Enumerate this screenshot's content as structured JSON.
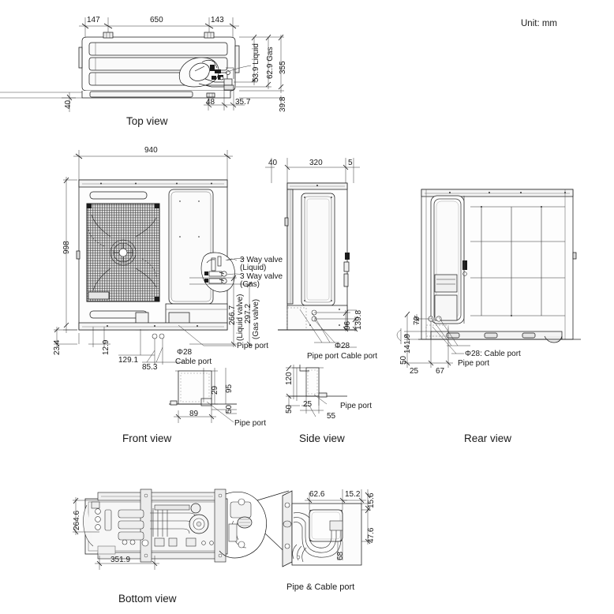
{
  "sheet": {
    "unit_note": "Unit: mm",
    "drawing_type": "outdoor-unit-dimensional-drawing"
  },
  "views": {
    "top": {
      "title": "Top view",
      "dims": {
        "left_offset": "147",
        "center_span": "650",
        "right_offset": "143",
        "overall_depth": "355",
        "liquid_port": "53.9 Liquid",
        "gas_port": "62.9 Gas",
        "bottom_left": "48",
        "bottom_right": "35.7",
        "foot_left": "40",
        "foot_right": "39.8"
      }
    },
    "front": {
      "title": "Front view",
      "dims": {
        "width": "940",
        "height": "998",
        "base_left": "23.4",
        "base_offset": "12.9",
        "port_x1": "129.1",
        "port_x2": "85.3",
        "liquid_valve": "266.7",
        "liquid_valve_sub": "(Liquid valve)",
        "gas_valve": "297.2",
        "gas_valve_sub": "(Gas valve)",
        "cable_dia": "Φ28"
      },
      "callouts": {
        "valve_liquid_1": "3 Way valve",
        "valve_liquid_2": "(Liquid)",
        "valve_gas_1": "3 Way valve",
        "valve_gas_2": "(Gas)",
        "pipe_port": "Pipe port",
        "cable_port": "Cable port"
      },
      "detail": {
        "d_29": "29",
        "d_95": "95",
        "d_50": "50",
        "d_89": "89",
        "pipe_port": "Pipe port"
      }
    },
    "side": {
      "title": "Side view",
      "dims": {
        "left_flange": "40",
        "body_depth": "320",
        "right_flange": "5",
        "port_96": "96",
        "port_139_8": "139.8",
        "cable_dia": "Φ28"
      },
      "callouts": {
        "pipe_port": "Pipe port",
        "cable_port": "Cable port"
      },
      "detail": {
        "d_120": "120",
        "d_50": "50",
        "d_25": "25",
        "d_55": "55",
        "pipe_port": "Pipe port"
      }
    },
    "rear": {
      "title": "Rear view",
      "dims": {
        "d_70": "70",
        "d_141_9": "141.9",
        "d_50": "50",
        "d_25": "25",
        "d_67": "67"
      },
      "callouts": {
        "cable_port": "Φ28: Cable port",
        "pipe_port": "Pipe port"
      }
    },
    "bottom": {
      "title": "Bottom view",
      "dims": {
        "depth": "264.6",
        "width": "351.9"
      }
    },
    "pipe_cable_port": {
      "title": "Pipe & Cable port",
      "dims": {
        "d_62_6": "62.6",
        "d_15_2": "15.2",
        "d_15_6": "15.6",
        "d_47_6": "47.6",
        "d_68": "68"
      }
    }
  },
  "colors": {
    "line": "#1a1a1a",
    "thin": "#555555",
    "fill_light": "#ececec",
    "fill_mid": "#d8d8d8",
    "background": "#ffffff"
  }
}
